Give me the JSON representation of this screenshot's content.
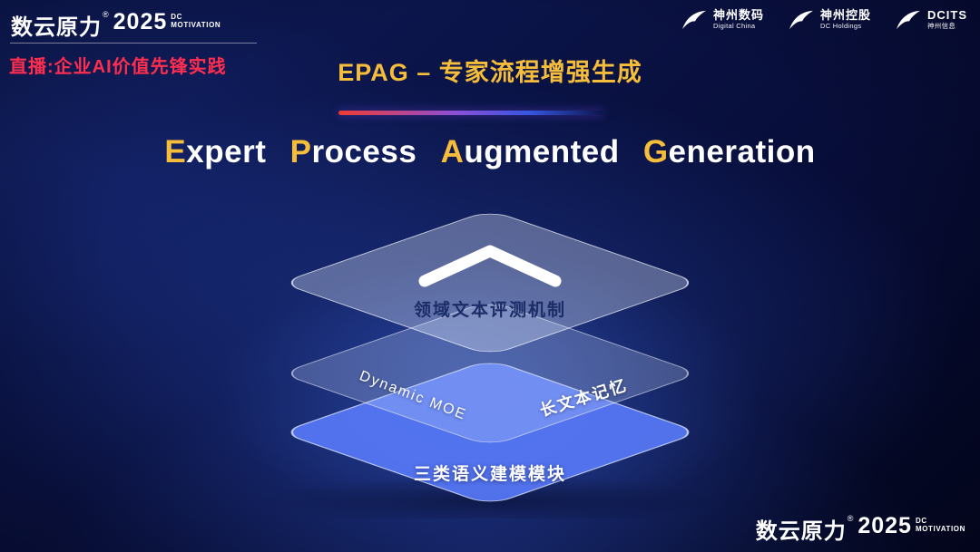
{
  "brand": {
    "name": "数云原力",
    "reg": "®",
    "year": "2025",
    "dc": "DC",
    "motivation": "MOTIVATION"
  },
  "header": {
    "live": "直播:企业AI价值先锋实践",
    "title": "EPAG – 专家流程增强生成"
  },
  "partners": [
    {
      "name": "神州数码",
      "sub": "Digital China"
    },
    {
      "name": "神州控股",
      "sub": "DC Holdings"
    },
    {
      "name": "DCITS",
      "sub": "神州信息"
    }
  ],
  "main": {
    "heading": {
      "words": [
        {
          "initial": "E",
          "rest": "xpert"
        },
        {
          "initial": "P",
          "rest": "rocess"
        },
        {
          "initial": "A",
          "rest": "ugmented"
        },
        {
          "initial": "G",
          "rest": "eneration"
        }
      ]
    }
  },
  "diagram": {
    "top_label": "领域文本评测机制",
    "mid_left_label": "Dynamic  MOE",
    "mid_right_label": "长文本记忆",
    "bottom_label": "三类语义建模模块"
  },
  "colors": {
    "accent_gold": "#f6bd3a",
    "live_red": "#ff2e4e",
    "layer_blue": "#4f6ff0",
    "background_navy": "#0b1448"
  }
}
